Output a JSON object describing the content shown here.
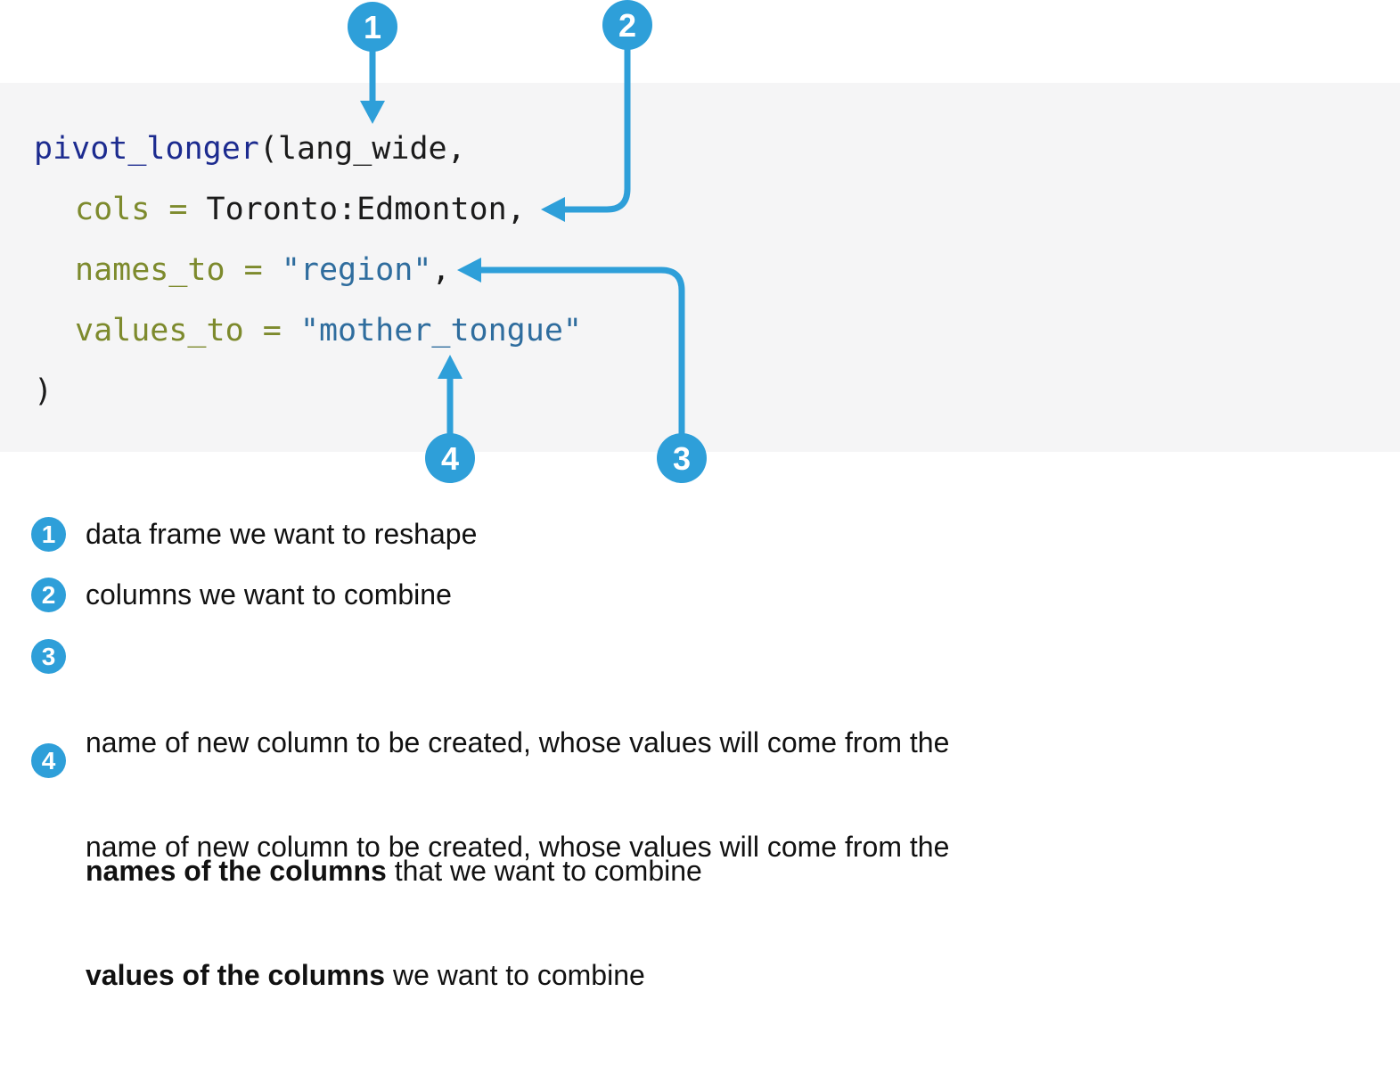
{
  "diagram": {
    "code": {
      "line1": {
        "function": "pivot_longer",
        "args": "(lang_wide,"
      },
      "line2": {
        "param": "cols",
        "operator": "=",
        "value": "Toronto:Edmonton,"
      },
      "line3": {
        "param": "names_to",
        "operator": "=",
        "string": "\"region\"",
        "comma": ","
      },
      "line4": {
        "param": "values_to",
        "operator": "=",
        "string": "\"mother_tongue\""
      },
      "line5": {
        "close": ")"
      }
    },
    "markers": {
      "m1": "1",
      "m2": "2",
      "m3": "3",
      "m4": "4"
    }
  },
  "legend": {
    "items": [
      {
        "number": "1",
        "text": "data frame we want to reshape"
      },
      {
        "number": "2",
        "text": "columns we want to combine"
      },
      {
        "number": "3",
        "line1": "name of new column to be created, whose values will come from the",
        "bold": "names of the columns",
        "line2_rest": " that we want to combine"
      },
      {
        "number": "4",
        "line1": "name of new column to be created, whose values will come from the",
        "bold": "values of the columns",
        "line2_rest": " we want to combine"
      }
    ]
  },
  "colors": {
    "accent_blue": "#2e9fd9",
    "function_navy": "#1c2b8f",
    "param_olive": "#7d8a2d",
    "string_blue": "#2f6d9e",
    "code_text": "#1b1b1b",
    "code_background": "#f5f5f6"
  }
}
